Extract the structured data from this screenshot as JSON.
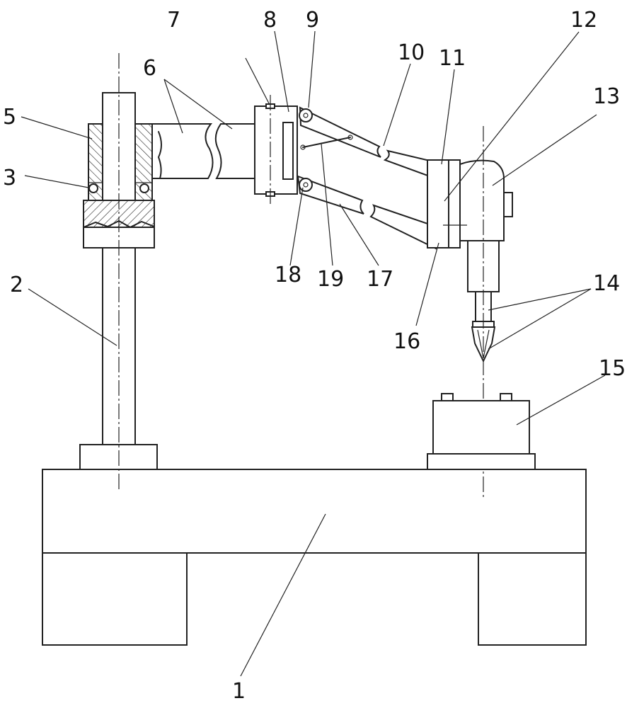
{
  "labels": [
    {
      "id": "1",
      "text": "1"
    },
    {
      "id": "2",
      "text": "2"
    },
    {
      "id": "3",
      "text": "3"
    },
    {
      "id": "5",
      "text": "5"
    },
    {
      "id": "6",
      "text": "6"
    },
    {
      "id": "7",
      "text": "7"
    },
    {
      "id": "8",
      "text": "8"
    },
    {
      "id": "9",
      "text": "9"
    },
    {
      "id": "10",
      "text": "10"
    },
    {
      "id": "11",
      "text": "11"
    },
    {
      "id": "12",
      "text": "12"
    },
    {
      "id": "13",
      "text": "13"
    },
    {
      "id": "14",
      "text": "14"
    },
    {
      "id": "15",
      "text": "15"
    },
    {
      "id": "16",
      "text": "16"
    },
    {
      "id": "17",
      "text": "17"
    },
    {
      "id": "18",
      "text": "18"
    },
    {
      "id": "19",
      "text": "19"
    }
  ]
}
